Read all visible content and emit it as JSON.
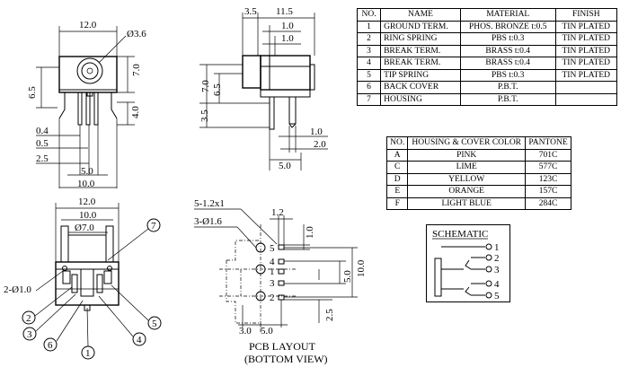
{
  "material_table": {
    "headers": [
      "NO.",
      "NAME",
      "MATERIAL",
      "FINISH"
    ],
    "rows": [
      [
        "1",
        "GROUND TERM.",
        "PHOS. BRONZE t:0.5",
        "TIN PLATED"
      ],
      [
        "2",
        "RING SPRING",
        "PBS t:0.3",
        "TIN PLATED"
      ],
      [
        "3",
        "BREAK TERM.",
        "BRASS t:0.4",
        "TIN PLATED"
      ],
      [
        "4",
        "BREAK TERM.",
        "BRASS t:0.4",
        "TIN PLATED"
      ],
      [
        "5",
        "TIP SPRING",
        "PBS t:0.3",
        "TIN PLATED"
      ],
      [
        "6",
        "BACK COVER",
        "P.B.T.",
        ""
      ],
      [
        "7",
        "HOUSING",
        "P.B.T.",
        ""
      ]
    ]
  },
  "color_table": {
    "headers": [
      "NO.",
      "HOUSING & COVER COLOR",
      "PANTONE"
    ],
    "rows": [
      [
        "A",
        "PINK",
        "701C"
      ],
      [
        "C",
        "LIME",
        "577C"
      ],
      [
        "D",
        "YELLOW",
        "123C"
      ],
      [
        "E",
        "ORANGE",
        "157C"
      ],
      [
        "F",
        "LIGHT BLUE",
        "284C"
      ]
    ]
  },
  "schematic": {
    "title": "SCHEMATIC",
    "pins": [
      "1",
      "2",
      "3",
      "4",
      "5"
    ]
  },
  "front_view": {
    "width": "12.0",
    "hole": "Ø3.6",
    "height_body": "7.0",
    "height_total": "6.5",
    "pin_len": "4.0",
    "d1": "0.4",
    "d2": "0.5",
    "d3": "2.5",
    "d4": "5.0",
    "d5": "10.0"
  },
  "side_view": {
    "d_top1": "3.5",
    "d_top2": "11.5",
    "d_top3": "1.0",
    "d_top4": "1.0",
    "h1": "7.0",
    "h2": "6.5",
    "h3": "3.5",
    "p1": "1.0",
    "p2": "2.0",
    "bottom": "5.0"
  },
  "bottom_view": {
    "w1": "12.0",
    "w2": "10.0",
    "hole": "Ø7.0",
    "holes": "2-Ø1.0",
    "callouts": [
      "1",
      "2",
      "3",
      "4",
      "5",
      "6",
      "7"
    ]
  },
  "pcb_layout": {
    "slots": "5-1.2x1",
    "holes": "3-Ø1.6",
    "d_12": "1.2",
    "d_10": "1.0",
    "d_50": "5.0",
    "d_100": "10.0",
    "d_25": "2.5",
    "d_30": "3.0",
    "d_50b": "5.0",
    "pin_labels": [
      "5",
      "4",
      "1",
      "3",
      "2"
    ],
    "title_line1": "PCB LAYOUT",
    "title_line2": "(BOTTOM VIEW)"
  }
}
